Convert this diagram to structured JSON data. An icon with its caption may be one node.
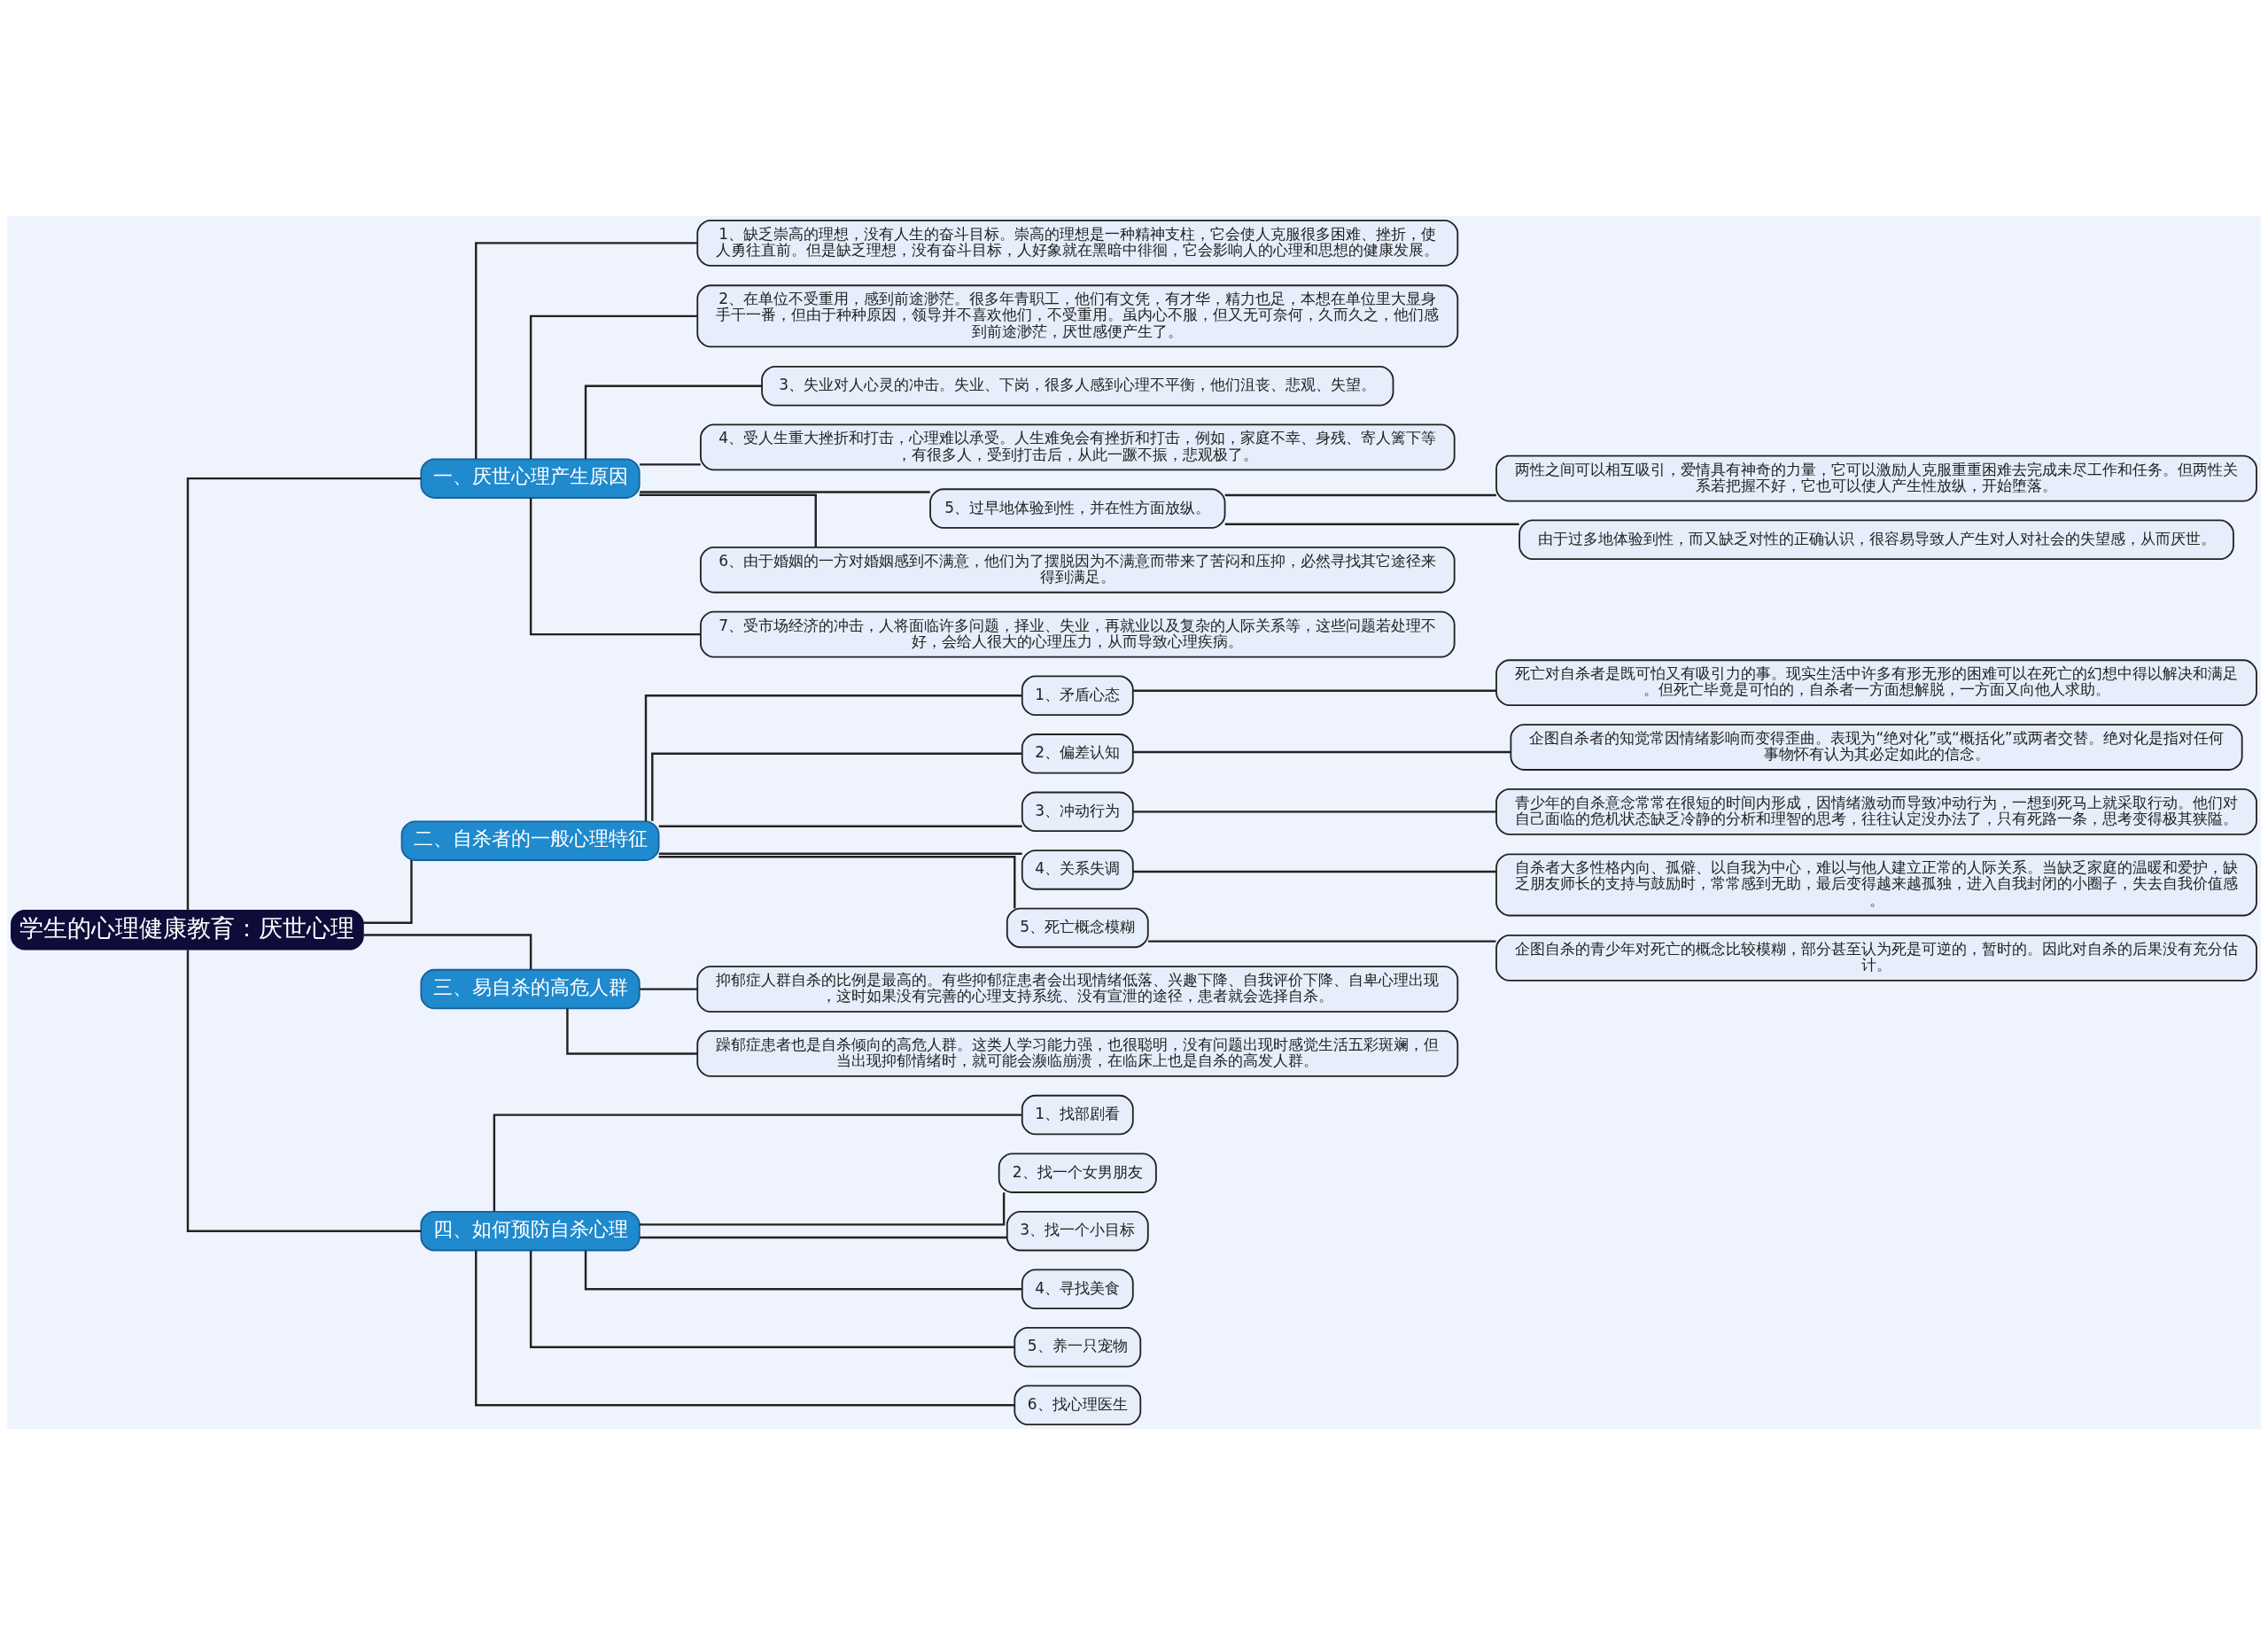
{
  "diagram": {
    "nodes": [
      {
        "text": [
          "学生的心理健康教育：厌世心理"
        ]
      },
      {
        "text": [
          "一、厌世心理产生原因"
        ]
      },
      {
        "text": [
          "1、缺乏崇高的理想，没有人生的奋斗目标。崇高的理想是一种精神支柱，它会使人克服很多困难、挫折，使人勇往直前。但是缺乏理想，没有奋斗目标，人好象就在黑暗中徘徊，它会影响人的心理和思想的健康发展。"
        ]
      },
      {
        "text": [
          "2、在单位不受重用，感到前途渺茫。很多年青职工，他们有文凭，有才华，精力也足，本想在单位里大显身手干一番，但由于种种原因，领导并不喜欢他们，不受重用。虽内心不服，但又无可奈何，久而久之，他们感到前途渺茫，厌世感便产生了。"
        ]
      },
      {
        "text": [
          "3、失业对人心灵的冲击。失业、下岗，很多人感到心理不平衡，他们沮丧、悲观、失望。"
        ]
      },
      {
        "text": [
          "4、受人生重大挫折和打击，心理难以承受。人生难免会有挫折和打击，例如，家庭不幸、身残、寄人篱下等，有很多人，受到打击后，从此一蹶不振，悲观极了。"
        ]
      },
      {
        "text": [
          "5、过早地体验到性，并在性方面放纵。"
        ]
      },
      {
        "text": [
          "两性之间可以相互吸引，爱情具有神奇的力量，它可以激励人克服重重困难去完成未尽工作和任务。但两性关系若把握不好，它也可以使人产生性放纵，开始堕落。"
        ]
      },
      {
        "text": [
          "由于过多地体验到性，而又缺乏对性的正确认识，很容易导致人产生对人对社会的失望感，从而厌世。"
        ]
      },
      {
        "text": [
          "6、由于婚姻的一方对婚姻感到不满意，他们为了摆脱因为不满意而带来了苦闷和压抑，必然寻找其它途径来得到满足。"
        ]
      },
      {
        "text": [
          "7、受市场经济的冲击，人将面临许多问题，择业、失业，再就业以及复杂的人际关系等，这些问题若处理不好，会给人很大的心理压力，从而导致心理疾病。"
        ]
      },
      {
        "text": [
          "二、自杀者的一般心理特征"
        ]
      },
      {
        "text": [
          "1、矛盾心态"
        ]
      },
      {
        "text": [
          "死亡对自杀者是既可怕又有吸引力的事。现实生活中许多有形无形的困难可以在死亡的幻想中得以解决和满足。但死亡毕竟是可怕的，自杀者一方面想解脱，一方面又向他人求助。"
        ]
      },
      {
        "text": [
          "2、偏差认知"
        ]
      },
      {
        "text": [
          "企图自杀者的知觉常因情绪影响而变得歪曲。表现为“绝对化”或“概括化”或两者交替。绝对化是指对任何事物怀有认为其必定如此的信念。"
        ]
      },
      {
        "text": [
          "3、冲动行为"
        ]
      },
      {
        "text": [
          "青少年的自杀意念常常在很短的时间内形成，因情绪激动而导致冲动行为，一想到死马上就采取行动。他们对自己面临的危机状态缺乏冷静的分析和理智的思考，往往认定没办法了，只有死路一条，思考变得极其狭隘。"
        ]
      },
      {
        "text": [
          "4、关系失调"
        ]
      },
      {
        "text": [
          "自杀者大多性格内向、孤僻、以自我为中心，难以与他人建立正常的人际关系。当缺乏家庭的温暖和爱护，缺乏朋友师长的支持与鼓励时，常常感到无助，最后变得越来越孤独，进入自我封闭的小圈子，失去自我价值感。"
        ]
      },
      {
        "text": [
          "5、死亡概念模糊"
        ]
      },
      {
        "text": [
          "企图自杀的青少年对死亡的概念比较模糊，部分甚至认为死是可逆的，暂时的。因此对自杀的后果没有充分估计。"
        ]
      },
      {
        "text": [
          "三、易自杀的高危人群"
        ]
      },
      {
        "text": [
          "抑郁症人群自杀的比例是最高的。有些抑郁症患者会出现情绪低落、兴趣下降、自我评价下降、自卑心理出现，这时如果没有完善的心理支持系统、没有宣泄的途径，患者就会选择自杀。"
        ]
      },
      {
        "text": [
          "躁郁症患者也是自杀倾向的高危人群。这类人学习能力强，也很聪明，没有问题出现时感觉生活五彩斑斓，但当出现抑郁情绪时，就可能会濒临崩溃，在临床上也是自杀的高发人群。"
        ]
      },
      {
        "text": [
          "四、如何预防自杀心理"
        ]
      },
      {
        "text": [
          "1、找部剧看"
        ]
      },
      {
        "text": [
          "2、找一个女男朋友"
        ]
      },
      {
        "text": [
          "3、找一个小目标"
        ]
      },
      {
        "text": [
          "4、寻找美食"
        ]
      },
      {
        "text": [
          "5、养一只宠物"
        ]
      },
      {
        "text": [
          "6、找心理医生"
        ]
      }
    ],
    "edges": [
      {
        "from": 0,
        "to": 1,
        "arrow": "none"
      },
      {
        "from": 1,
        "to": 2,
        "arrow": "none"
      },
      {
        "from": 1,
        "to": 3,
        "arrow": "none"
      },
      {
        "from": 1,
        "to": 4,
        "arrow": "none"
      },
      {
        "from": 1,
        "to": 5,
        "arrow": "none"
      },
      {
        "from": 1,
        "to": 6,
        "arrow": "none"
      },
      {
        "from": 6,
        "to": 7,
        "arrow": "none"
      },
      {
        "from": 6,
        "to": 8,
        "arrow": "none"
      },
      {
        "from": 1,
        "to": 9,
        "arrow": "none"
      },
      {
        "from": 1,
        "to": 10,
        "arrow": "none"
      },
      {
        "from": 0,
        "to": 11,
        "arrow": "none"
      },
      {
        "from": 11,
        "to": 12,
        "arrow": "none"
      },
      {
        "from": 12,
        "to": 13,
        "arrow": "none"
      },
      {
        "from": 11,
        "to": 14,
        "arrow": "none"
      },
      {
        "from": 14,
        "to": 15,
        "arrow": "none"
      },
      {
        "from": 11,
        "to": 16,
        "arrow": "none"
      },
      {
        "from": 16,
        "to": 17,
        "arrow": "none"
      },
      {
        "from": 11,
        "to": 18,
        "arrow": "none"
      },
      {
        "from": 18,
        "to": 19,
        "arrow": "none"
      },
      {
        "from": 11,
        "to": 20,
        "arrow": "none"
      },
      {
        "from": 20,
        "to": 21,
        "arrow": "none"
      },
      {
        "from": 0,
        "to": 22,
        "arrow": "none"
      },
      {
        "from": 22,
        "to": 23,
        "arrow": "none"
      },
      {
        "from": 22,
        "to": 24,
        "arrow": "none"
      },
      {
        "from": 0,
        "to": 25,
        "arrow": "none"
      },
      {
        "from": 25,
        "to": 26,
        "arrow": "none"
      },
      {
        "from": 25,
        "to": 27,
        "arrow": "none"
      },
      {
        "from": 25,
        "to": 28,
        "arrow": "none"
      },
      {
        "from": 25,
        "to": 29,
        "arrow": "none"
      },
      {
        "from": 25,
        "to": 30,
        "arrow": "none"
      },
      {
        "from": 25,
        "to": 31,
        "arrow": "none"
      }
    ]
  }
}
